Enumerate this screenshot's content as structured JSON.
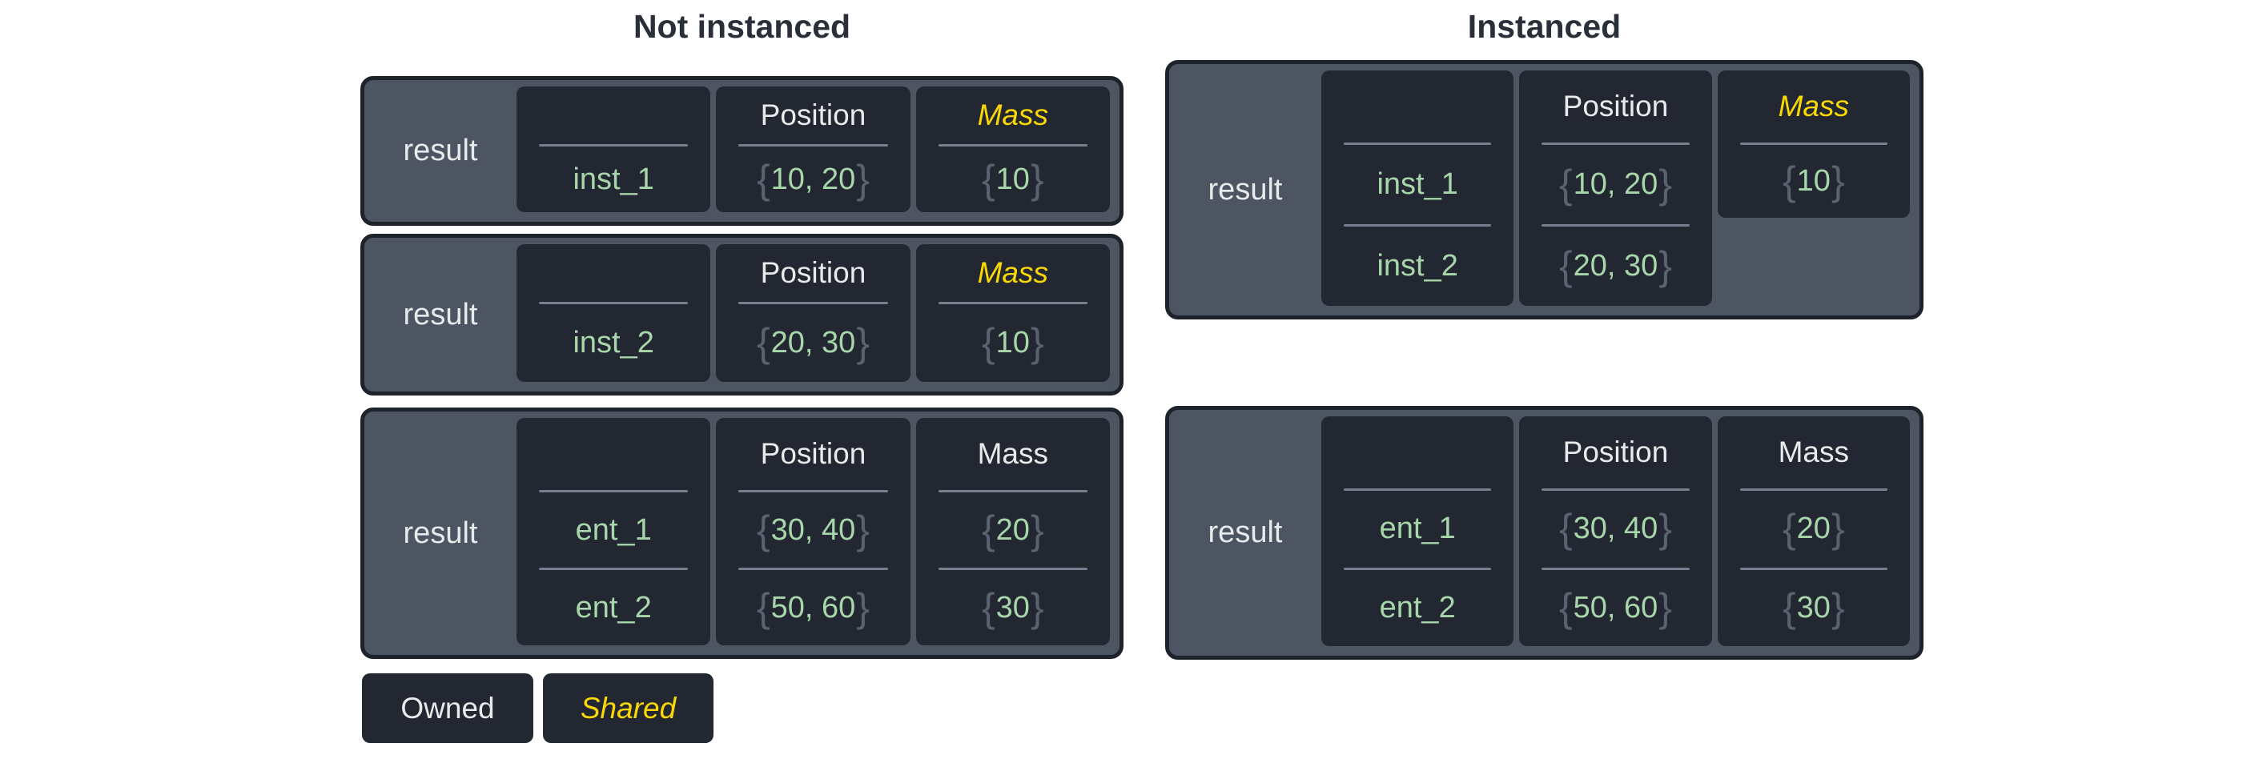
{
  "titles": {
    "left": "Not instanced",
    "right": "Instanced"
  },
  "punct": {
    "open_brace": "{",
    "close_brace": "}"
  },
  "legend": {
    "owned": "Owned",
    "shared": "Shared"
  },
  "colors": {
    "page_bg": "#ffffff",
    "title_text": "#2a2f3a",
    "outer_box_bg": "#4d5462",
    "outer_box_border": "#1d222b",
    "inner_box_bg": "#222731",
    "separator": "#78808f",
    "owned_text": "#e8eaec",
    "shared_text": "#f9d806",
    "value_green": "#a8d6ab",
    "brace_gray": "#5a6170"
  },
  "left": {
    "boxes": [
      {
        "result": "result",
        "name_header": "",
        "names": [
          "inst_1"
        ],
        "position_header": "Position",
        "positions": [
          "10, 20"
        ],
        "mass_header": "Mass",
        "masses": [
          "10"
        ]
      },
      {
        "result": "result",
        "name_header": "",
        "names": [
          "inst_2"
        ],
        "position_header": "Position",
        "positions": [
          "20, 30"
        ],
        "mass_header": "Mass",
        "masses": [
          "10"
        ]
      },
      {
        "result": "result",
        "name_header": "",
        "names": [
          "ent_1",
          "ent_2"
        ],
        "position_header": "Position",
        "positions": [
          "30, 40",
          "50, 60"
        ],
        "mass_header": "Mass",
        "masses": [
          "20",
          "30"
        ]
      }
    ]
  },
  "right": {
    "boxes": [
      {
        "result": "result",
        "name_header": "",
        "names": [
          "inst_1",
          "inst_2"
        ],
        "position_header": "Position",
        "positions": [
          "10, 20",
          "20, 30"
        ],
        "mass_header": "Mass",
        "masses": [
          "10"
        ]
      },
      {
        "result": "result",
        "name_header": "",
        "names": [
          "ent_1",
          "ent_2"
        ],
        "position_header": "Position",
        "positions": [
          "30, 40",
          "50, 60"
        ],
        "mass_header": "Mass",
        "masses": [
          "20",
          "30"
        ]
      }
    ]
  }
}
